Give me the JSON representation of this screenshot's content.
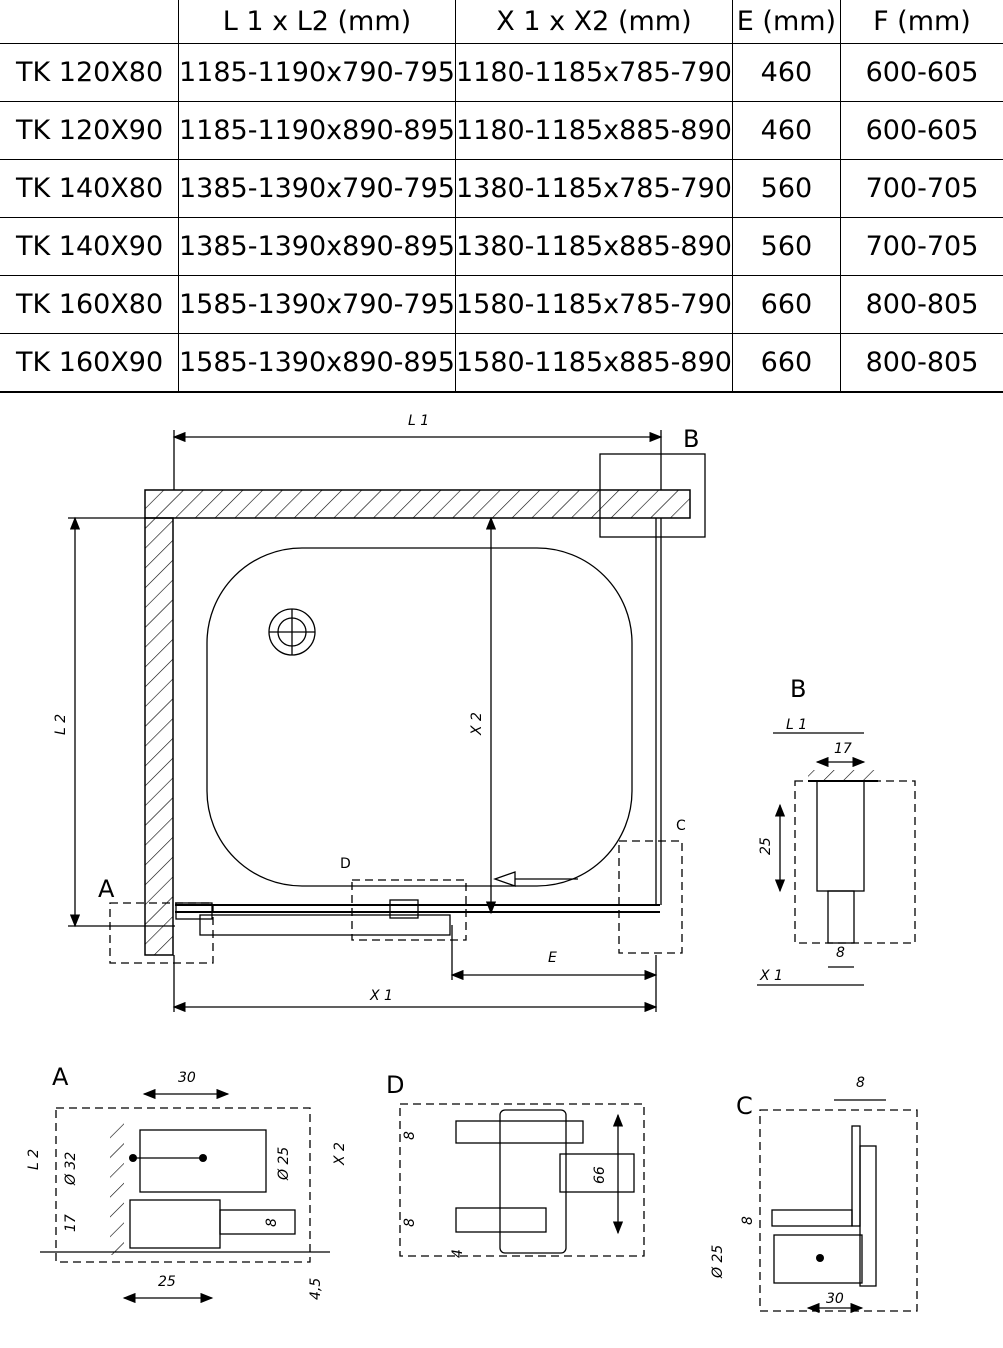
{
  "table": {
    "headers": [
      "",
      "L 1 x L2 (mm)",
      "X 1 x X2 (mm)",
      "E (mm)",
      "F (mm)"
    ],
    "rows": [
      [
        "TK 120X80",
        "1185-1190x790-795",
        "1180-1185x785-790",
        "460",
        "600-605"
      ],
      [
        "TK 120X90",
        "1185-1190x890-895",
        "1180-1185x885-890",
        "460",
        "600-605"
      ],
      [
        "TK 140X80",
        "1385-1390x790-795",
        "1380-1185x785-790",
        "560",
        "700-705"
      ],
      [
        "TK 140X90",
        "1385-1390x890-895",
        "1380-1185x885-890",
        "560",
        "700-705"
      ],
      [
        "TK 160X80",
        "1585-1390x790-795",
        "1580-1185x785-790",
        "660",
        "800-805"
      ],
      [
        "TK 160X90",
        "1585-1390x890-895",
        "1580-1185x885-890",
        "660",
        "800-805"
      ]
    ]
  },
  "plan": {
    "L1": "L 1",
    "L2": "L 2",
    "X1": "X 1",
    "X2": "X 2",
    "E": "E",
    "A": "A",
    "B": "B",
    "C": "C",
    "D": "D"
  },
  "detail_b": {
    "title": "B",
    "L1": "L 1",
    "dim17": "17",
    "dim25": "25",
    "dim8": "8",
    "X1": "X 1"
  },
  "detail_a": {
    "title": "A",
    "dim30": "30",
    "L2": "L 2",
    "d32": "Ø 32",
    "d25": "Ø 25",
    "X2": "X 2",
    "dim17": "17",
    "dim8": "8",
    "dim25": "25",
    "dim45": "4,5"
  },
  "detail_d": {
    "title": "D",
    "dim8a": "8",
    "dim8b": "8",
    "dim66": "66",
    "dim4": "4"
  },
  "detail_c": {
    "title": "C",
    "dim8top": "8",
    "dim8": "8",
    "d25": "Ø 25",
    "dim30": "30"
  }
}
